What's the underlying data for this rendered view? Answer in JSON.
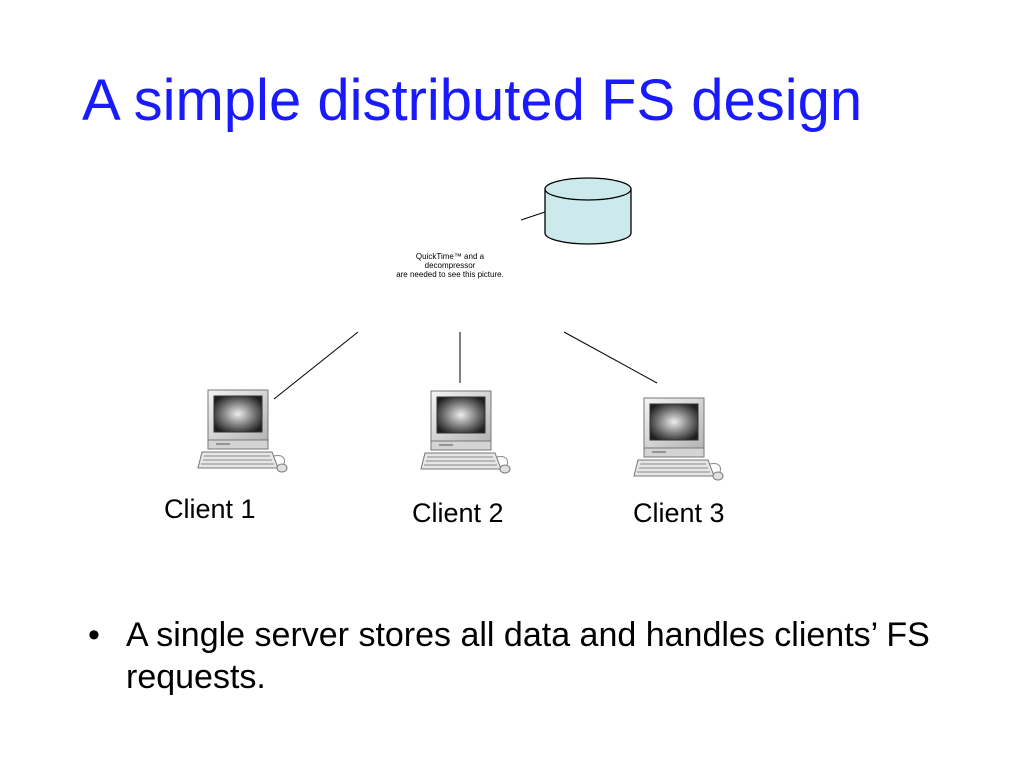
{
  "slide": {
    "title": "A simple distributed FS design",
    "title_color": "#1a1aff"
  },
  "diagram": {
    "server_placeholder": {
      "line1": "QuickTime™ and a",
      "line2": "decompressor",
      "line3": "are needed to see this picture."
    },
    "storage_icon": "database-cylinder-icon",
    "storage_color": "#cce9ec",
    "client_icon": "desktop-computer-icon",
    "clients": [
      {
        "label": "Client 1"
      },
      {
        "label": "Client 2"
      },
      {
        "label": "Client 3"
      }
    ]
  },
  "bullets": [
    {
      "glyph": "•",
      "text": "A single server stores all data and handles clients’ FS requests."
    }
  ]
}
